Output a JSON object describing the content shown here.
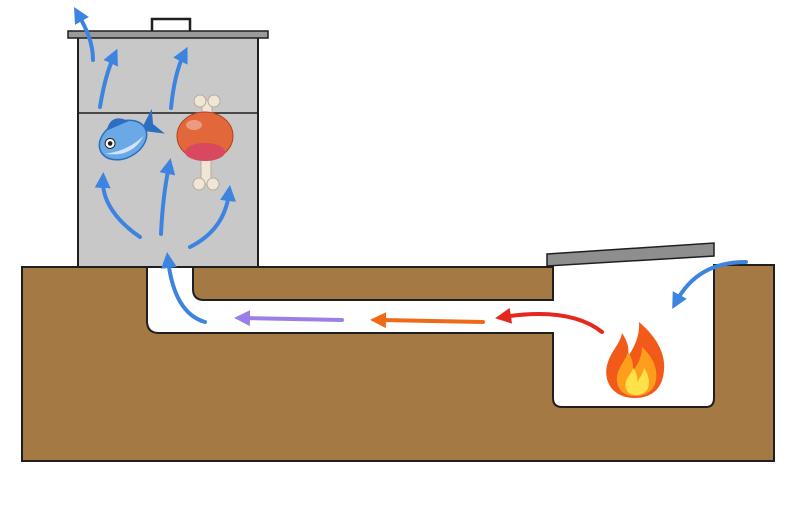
{
  "colors": {
    "background": "#ffffff",
    "earth": "#a57944",
    "outline": "#1f1f1f",
    "smoker_box": "#c8c8c8",
    "lid": "#9a9a9a",
    "cover_plate": "#8e8e8e",
    "cool_smoke_blue": "#3d84e0",
    "smoke_purple": "#9a7fe6",
    "smoke_orange": "#ee6a16",
    "smoke_red": "#e4281e",
    "flame_outer": "#f25a1a",
    "flame_mid": "#ff9d1d",
    "flame_inner": "#ffe14a",
    "fish_body": "#6aa8e6",
    "fish_dark": "#2c6fc0",
    "meat": "#e2673a",
    "meat_cut": "#d8485e",
    "bone": "#efe6d8"
  },
  "icons": {
    "fish": "fish-icon",
    "meat": "meat-on-bone-icon",
    "fire": "fire-icon"
  },
  "smoke_flow": {
    "direction": "right-to-left",
    "stages": [
      "intake",
      "hot",
      "warm",
      "cooling",
      "cool",
      "exhaust"
    ]
  }
}
